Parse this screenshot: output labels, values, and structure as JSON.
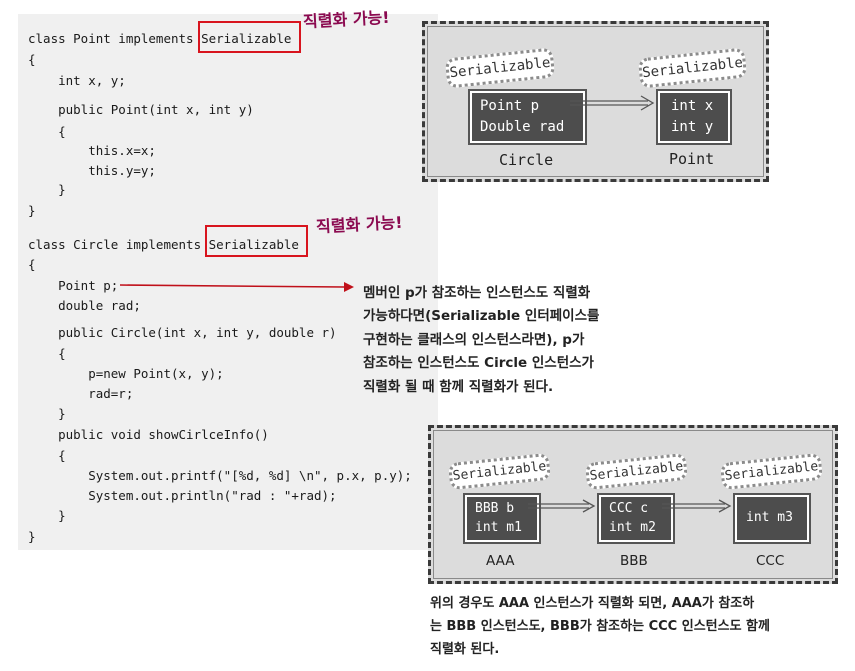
{
  "code": {
    "point_class": {
      "lines": [
        "class Point implements Serializable",
        "{",
        "    int x, y;",
        "    public Point(int x, int y)",
        "    {",
        "        this.x=x;",
        "        this.y=y;",
        "    }",
        "}"
      ],
      "keyword": "Serializable"
    },
    "circle_class": {
      "lines": [
        "class Circle implements Serializable",
        "{",
        "    Point p;",
        "    double rad;",
        "    public Circle(int x, int y, double r)",
        "    {",
        "        p=new Point(x, y);",
        "        rad=r;",
        "    }",
        "    public void showCirlceInfo()",
        "    {",
        "        System.out.printf(\"[%d, %d] \\n\", p.x, p.y);",
        "        System.out.println(\"rad : \"+rad);",
        "    }",
        "}"
      ],
      "keyword": "Serializable"
    }
  },
  "annotations": {
    "serializable_note_1": "직렬화 가능!",
    "serializable_note_2": "직렬화 가능!",
    "member_note_lines": [
      "멤버인 p가 참조하는 인스턴스도 직렬화",
      "가능하다면(Serializable 인터페이스를",
      "구현하는 클래스의 인스턴스라면), p가",
      "참조하는 인스턴스도 Circle 인스턴스가",
      "직렬화 될 때 함께 직렬화가 된다."
    ],
    "bottom_note_lines": [
      "위의 경우도 AAA 인스턴스가 직렬화 되면, AAA가 참조하",
      "는 BBB 인스턴스도, BBB가 참조하는 CCC 인스턴스도 함께",
      "직렬화 된다."
    ]
  },
  "diagram_top": {
    "tag_left": "Serializable",
    "tag_right": "Serializable",
    "circle_fields": [
      "Point p",
      "Double rad"
    ],
    "point_fields": [
      "int x",
      "int y"
    ],
    "circle_label": "Circle",
    "point_label": "Point"
  },
  "diagram_bottom": {
    "tags": [
      "Serializable",
      "Serializable",
      "Serializable"
    ],
    "aaa_fields": [
      "BBB b",
      "int m1"
    ],
    "bbb_fields": [
      "CCC c",
      "int m2"
    ],
    "ccc_fields": [
      "int m3"
    ],
    "labels": [
      "AAA",
      "BBB",
      "CCC"
    ]
  },
  "colors": {
    "highlight": "#d8141e",
    "note": "#8b0a50",
    "box": "#4d4d4d",
    "panel": "#f0f0f0"
  }
}
